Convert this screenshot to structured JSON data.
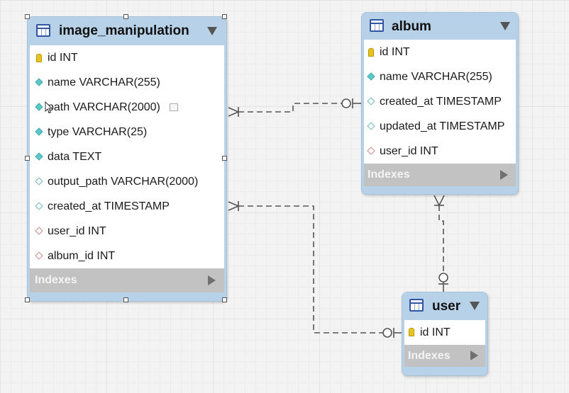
{
  "entities": {
    "image_manipulation": {
      "title": "image_manipulation",
      "columns": [
        {
          "icon": "key-icon",
          "text": "id INT"
        },
        {
          "icon": "not-null-column-icon",
          "text": "name VARCHAR(255)"
        },
        {
          "icon": "not-null-column-icon",
          "text": "path VARCHAR(2000)"
        },
        {
          "icon": "not-null-column-icon",
          "text": "type VARCHAR(25)"
        },
        {
          "icon": "not-null-column-icon",
          "text": "data TEXT"
        },
        {
          "icon": "nullable-column-icon",
          "text": "output_path VARCHAR(2000)"
        },
        {
          "icon": "nullable-column-icon",
          "text": "created_at TIMESTAMP"
        },
        {
          "icon": "foreign-key-icon",
          "text": "user_id INT"
        },
        {
          "icon": "foreign-key-icon",
          "text": "album_id INT"
        }
      ],
      "indexes_label": "Indexes"
    },
    "album": {
      "title": "album",
      "columns": [
        {
          "icon": "key-icon",
          "text": "id INT"
        },
        {
          "icon": "not-null-column-icon",
          "text": "name VARCHAR(255)"
        },
        {
          "icon": "nullable-column-icon",
          "text": "created_at TIMESTAMP"
        },
        {
          "icon": "nullable-column-icon",
          "text": "updated_at TIMESTAMP"
        },
        {
          "icon": "foreign-key-icon",
          "text": "user_id INT"
        }
      ],
      "indexes_label": "Indexes"
    },
    "user": {
      "title": "user",
      "columns": [
        {
          "icon": "key-icon",
          "text": "id INT"
        }
      ],
      "indexes_label": "Indexes"
    }
  },
  "relationships": [
    {
      "from": "image_manipulation",
      "to": "album",
      "from_end": "crows-foot-many",
      "to_end": "zero-or-one"
    },
    {
      "from": "image_manipulation",
      "to": "user",
      "from_end": "crows-foot-many",
      "to_end": "zero-or-one"
    },
    {
      "from": "album",
      "to": "user",
      "from_end": "crows-foot-many",
      "to_end": "zero-or-one"
    }
  ],
  "colors": {
    "entity_header": "#b7d2e8",
    "indexes_bar": "#c2c2c2",
    "connector": "#555555",
    "grid": "#e3e3e6"
  }
}
